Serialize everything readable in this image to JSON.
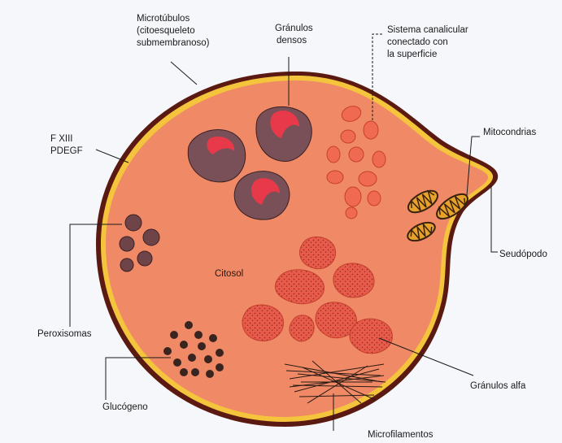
{
  "labels": {
    "microtubules_l1": "Microtúbulos",
    "microtubules_l2": "(citoesqueleto",
    "microtubules_l3": "submembranoso)",
    "dense_granules_l1": "Gránulos",
    "dense_granules_l2": "densos",
    "canalicular_l1": "Sistema canalicular",
    "canalicular_l2": "conectado con",
    "canalicular_l3": "la superficie",
    "fxiii": "F XIII",
    "pdegf": "PDEGF",
    "mitochondria": "Mitocondrias",
    "pseudopod": "Seudópodo",
    "cytosol": "Citosol",
    "peroxisomes": "Peroxisomas",
    "alpha_granules": "Gránulos alfa",
    "glycogen": "Glucógeno",
    "microfilaments": "Microfilamentos"
  },
  "colors": {
    "cytoplasm": "#f08a66",
    "membrane_outer": "#5a1a12",
    "membrane_yellow": "#f4c43c",
    "dense_granule": "#7a5058",
    "dense_core": "#e8394a",
    "alpha_granule": "#e85a4a",
    "peroxisome": "#6e4448",
    "glycogen": "#3a2420",
    "mito_fill": "#e6a22a"
  }
}
